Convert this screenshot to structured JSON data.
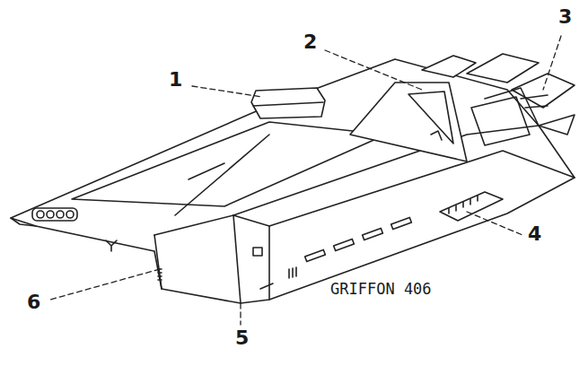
{
  "diagram": {
    "labels": [
      "1",
      "2",
      "3",
      "4",
      "5",
      "6",
      "GRIFFON 406"
    ]
  }
}
